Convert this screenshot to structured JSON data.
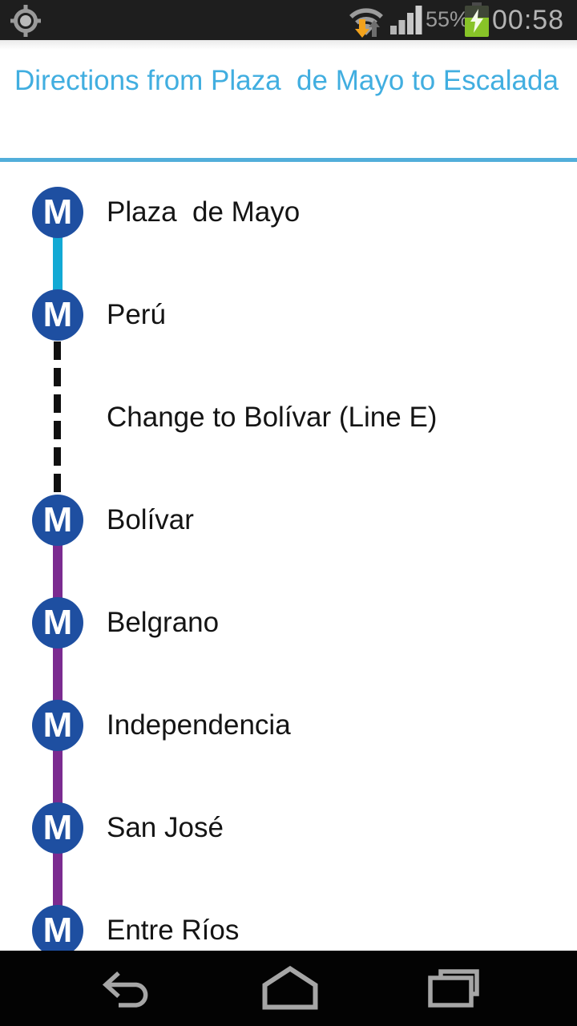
{
  "status_bar": {
    "time": "00:58",
    "battery_percent": "55%",
    "icons": [
      "location-crosshair",
      "wifi-activity",
      "signal-strength",
      "battery-charging"
    ]
  },
  "header": {
    "title": "Directions from Plaza  de Mayo to Escalada"
  },
  "route": {
    "badge_letter": "M",
    "rows": [
      {
        "type": "station",
        "label": "Plaza  de Mayo",
        "connector_to_next": "cyan-solid"
      },
      {
        "type": "station",
        "label": "Perú",
        "connector_to_next": "black-dashed"
      },
      {
        "type": "interchange-note",
        "label": "Change to Bolívar (Line E)",
        "connector_to_next": "black-dashed"
      },
      {
        "type": "station",
        "label": "Bolívar",
        "connector_to_next": "purple-solid"
      },
      {
        "type": "station",
        "label": "Belgrano",
        "connector_to_next": "purple-solid"
      },
      {
        "type": "station",
        "label": "Independencia",
        "connector_to_next": "purple-solid"
      },
      {
        "type": "station",
        "label": "San José",
        "connector_to_next": "purple-solid"
      },
      {
        "type": "station",
        "label": "Entre Ríos",
        "connector_to_next": ""
      }
    ]
  },
  "nav_bar": {
    "buttons": [
      "back",
      "home",
      "recents"
    ]
  },
  "colors": {
    "accent_blue": "#41aee0",
    "divider_blue": "#52aeda",
    "badge_blue": "#1e4fa1",
    "line_cyan": "#12a9d4",
    "line_purple": "#7b2b90",
    "dashed_black": "#101010",
    "battery_green": "#88c428",
    "wifi_arrow_orange": "#f2a21c",
    "status_text_gray": "#9b9b9b"
  }
}
